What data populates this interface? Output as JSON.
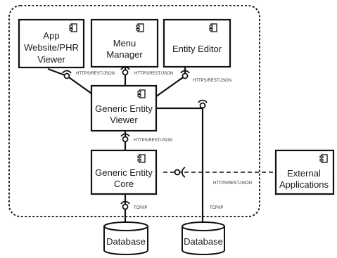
{
  "components": {
    "app_website": {
      "lines": [
        "App",
        "Website/PHR",
        "Viewer"
      ]
    },
    "menu_manager": {
      "lines": [
        "Menu",
        "Manager"
      ]
    },
    "entity_editor": {
      "lines": [
        "Entity Editor"
      ]
    },
    "generic_entity_viewer": {
      "lines": [
        "Generic Entity",
        "Viewer"
      ]
    },
    "generic_entity_core": {
      "lines": [
        "Generic Entity",
        "Core"
      ]
    },
    "external_applications": {
      "lines": [
        "External",
        "Applications"
      ]
    }
  },
  "databases": {
    "db_core": "Database",
    "db_viewer": "Database"
  },
  "connectors": {
    "app_to_viewer": "HTTPS/REST/JSON",
    "menu_to_viewer": "HTTPS/REST/JSON",
    "editor_to_viewer": "HTTPS/REST/JSON",
    "viewer_to_core": "HTTPS/REST/JSON",
    "external_to_core": "HTTPS/REST/JSON",
    "core_to_db": "TCP/IP",
    "viewer_to_db": "TCP/IP"
  }
}
